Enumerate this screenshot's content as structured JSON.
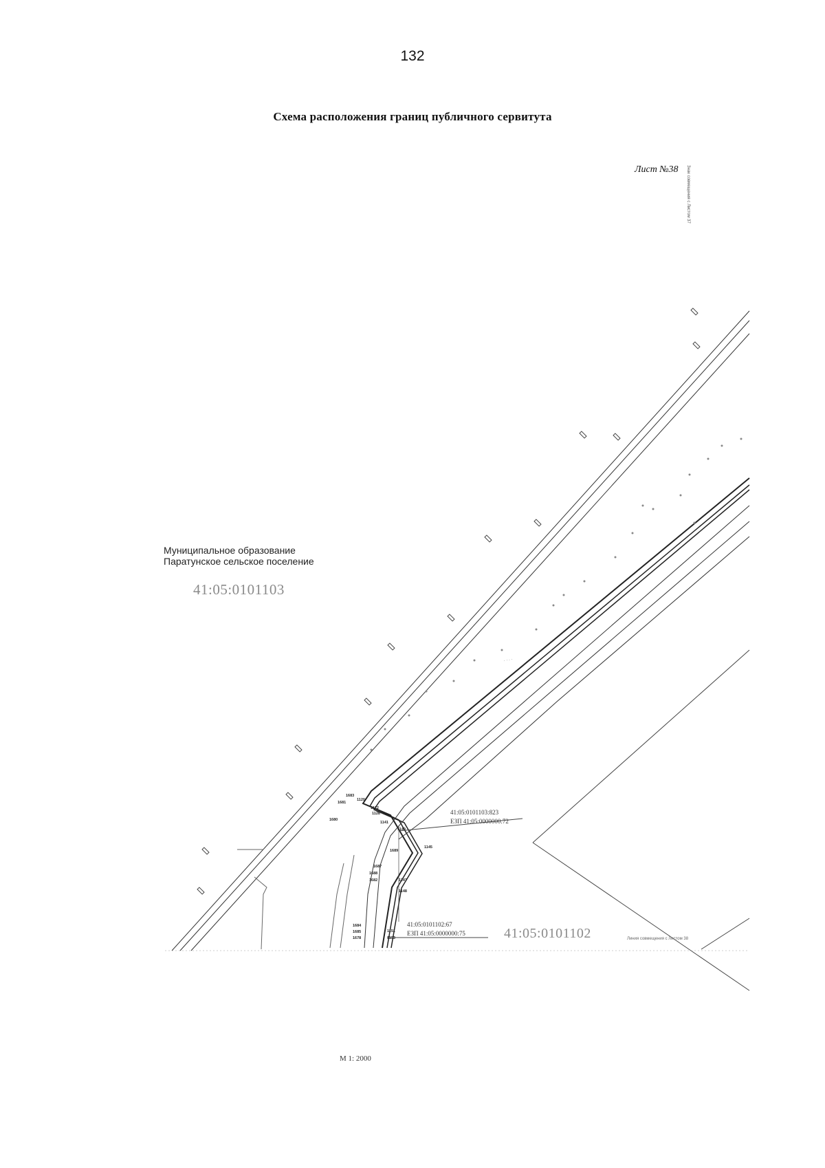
{
  "page_number": "132",
  "title": "Схема расположения границ публичного сервитута",
  "sheet_label": "Лист №38",
  "side_note": "Знак совмещения с Листом 37",
  "bottom_note": "Линия совмещения с Листом 38",
  "municipality": {
    "line1": "Муниципальное образование",
    "line2": "Паратунское сельское поселение"
  },
  "cadastral_blocks": {
    "north": "41:05:0101103",
    "south": "41:05:0101102"
  },
  "parcels": {
    "p1_line1": "41:05:0101103:823",
    "p1_line2": "ЕЗП 41:05:0000000:72",
    "p2_line1": "41:05:0101102:67",
    "p2_line2": "ЕЗП 41:05:0000000:75"
  },
  "point_labels": {
    "p1683": "1683",
    "p1681": "1681",
    "p1680": "1680",
    "p1120": "1120",
    "p1122": "1122",
    "p1128": "1128",
    "p1141": "1141",
    "p1140": "1140",
    "p1145": "1145",
    "p1689": "1689",
    "p1687": "1687",
    "p1688": "1688",
    "p1682": "1682",
    "p1147": "1147",
    "p1148": "1148",
    "p1684": "1684",
    "p1685": "1685",
    "p1678": "1678",
    "p1151": "1151",
    "p1153": "1153"
  },
  "scale": "М 1: 2000"
}
